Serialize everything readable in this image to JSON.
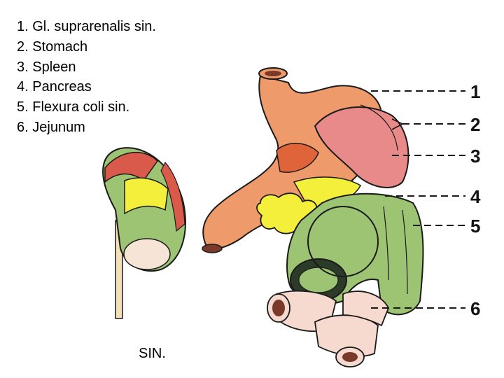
{
  "legend": [
    {
      "num": "1.",
      "label": "Gl. suprarenalis sin."
    },
    {
      "num": "2.",
      "label": "Stomach"
    },
    {
      "num": "3.",
      "label": "Spleen"
    },
    {
      "num": "4.",
      "label": "Pancreas"
    },
    {
      "num": "5.",
      "label": "Flexura coli sin."
    },
    {
      "num": "6.",
      "label": "Jejunum"
    }
  ],
  "side_label": "SIN.",
  "callouts": [
    "1",
    "2",
    "3",
    "4",
    "5",
    "6"
  ],
  "colors": {
    "stomach": "#ef9a6a",
    "spleen": "#e88a8a",
    "adrenal": "#e0643a",
    "pancreas": "#f4ef3a",
    "colon": "#9cc472",
    "jejunum": "#f6d9cf",
    "kidney_red": "#d95a4a",
    "outline": "#1a1a1a"
  }
}
